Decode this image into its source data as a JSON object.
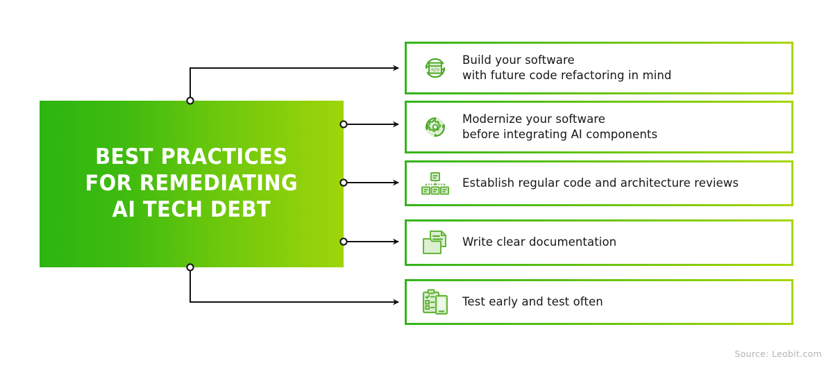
{
  "hero": {
    "title": "BEST PRACTICES\nFOR REMEDIATING\nAI TECH DEBT",
    "gradient_from": "#2CB511",
    "gradient_to": "#9FD50A"
  },
  "items": [
    {
      "icon": "code-refresh-icon",
      "text": "Build your software\nwith future code refactoring in mind"
    },
    {
      "icon": "gear-refresh-icon",
      "text": "Modernize your software\nbefore integrating AI components"
    },
    {
      "icon": "hierarchy-diagram-icon",
      "text": "Establish regular code and architecture reviews"
    },
    {
      "icon": "folder-document-icon",
      "text": "Write clear documentation"
    },
    {
      "icon": "clipboard-checklist-icon",
      "text": "Test early and test often"
    }
  ],
  "colors": {
    "border_from": "#33B41C",
    "border_to": "#A7D608",
    "icon_stroke": "#4FA82A",
    "icon_fill": "#DCEFD0",
    "connector": "#111111",
    "text": "#161616",
    "source_text": "#B3B3B3"
  },
  "source": {
    "label": "Source: Leobit.com"
  }
}
